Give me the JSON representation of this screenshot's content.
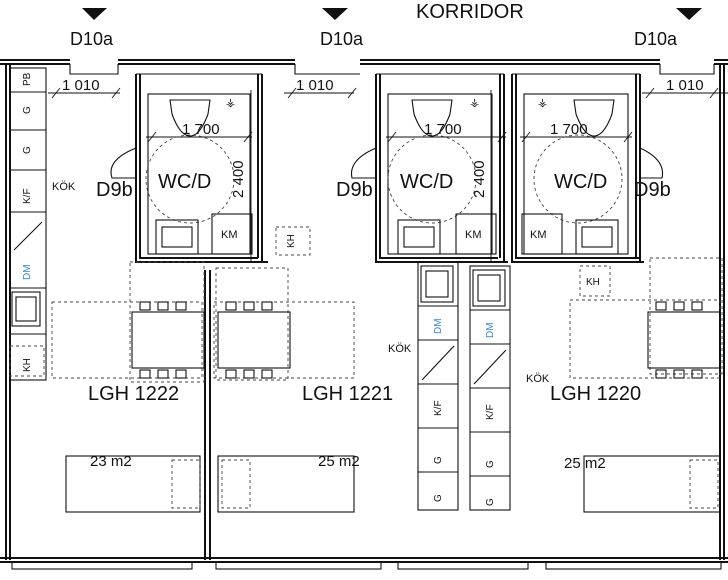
{
  "corridor_label": "KORRIDOR",
  "door_entry_label": "D10a",
  "door_bath_label": "D9b",
  "bath_label": "WC/D",
  "kitchen_label": "KÖK",
  "dimensions": {
    "entry_width": "1 010",
    "bath_width": "1 700",
    "bath_depth": "2 400"
  },
  "fixtures": {
    "pb": "PB",
    "g": "G",
    "kf": "K/F",
    "dm": "DM",
    "kh": "KH",
    "km": "KM"
  },
  "apartments": [
    {
      "id": "LGH 1222",
      "area": "23 m2"
    },
    {
      "id": "LGH 1221",
      "area": "25 m2"
    },
    {
      "id": "LGH 1220",
      "area": "25 m2"
    }
  ],
  "colors": {
    "line": "#111111",
    "dm_text": "#3a86c8"
  }
}
